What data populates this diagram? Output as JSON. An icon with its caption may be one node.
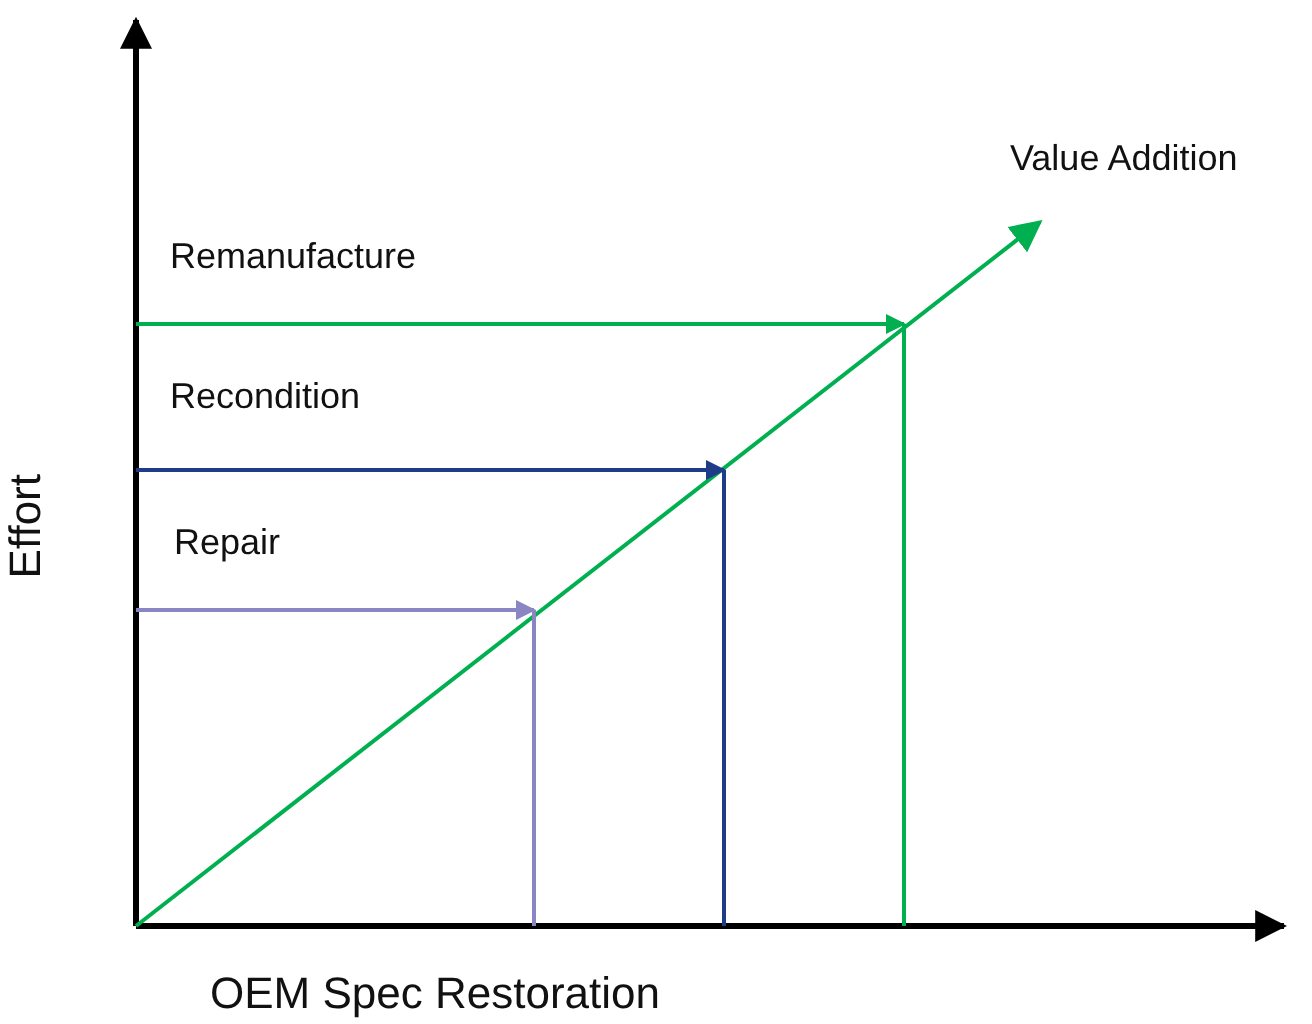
{
  "diagram": {
    "labels": [
      "Value Addition",
      "Remanufacture",
      "Recondition",
      "Repair",
      "Effort",
      "OEM Spec Restoration"
    ]
  }
}
